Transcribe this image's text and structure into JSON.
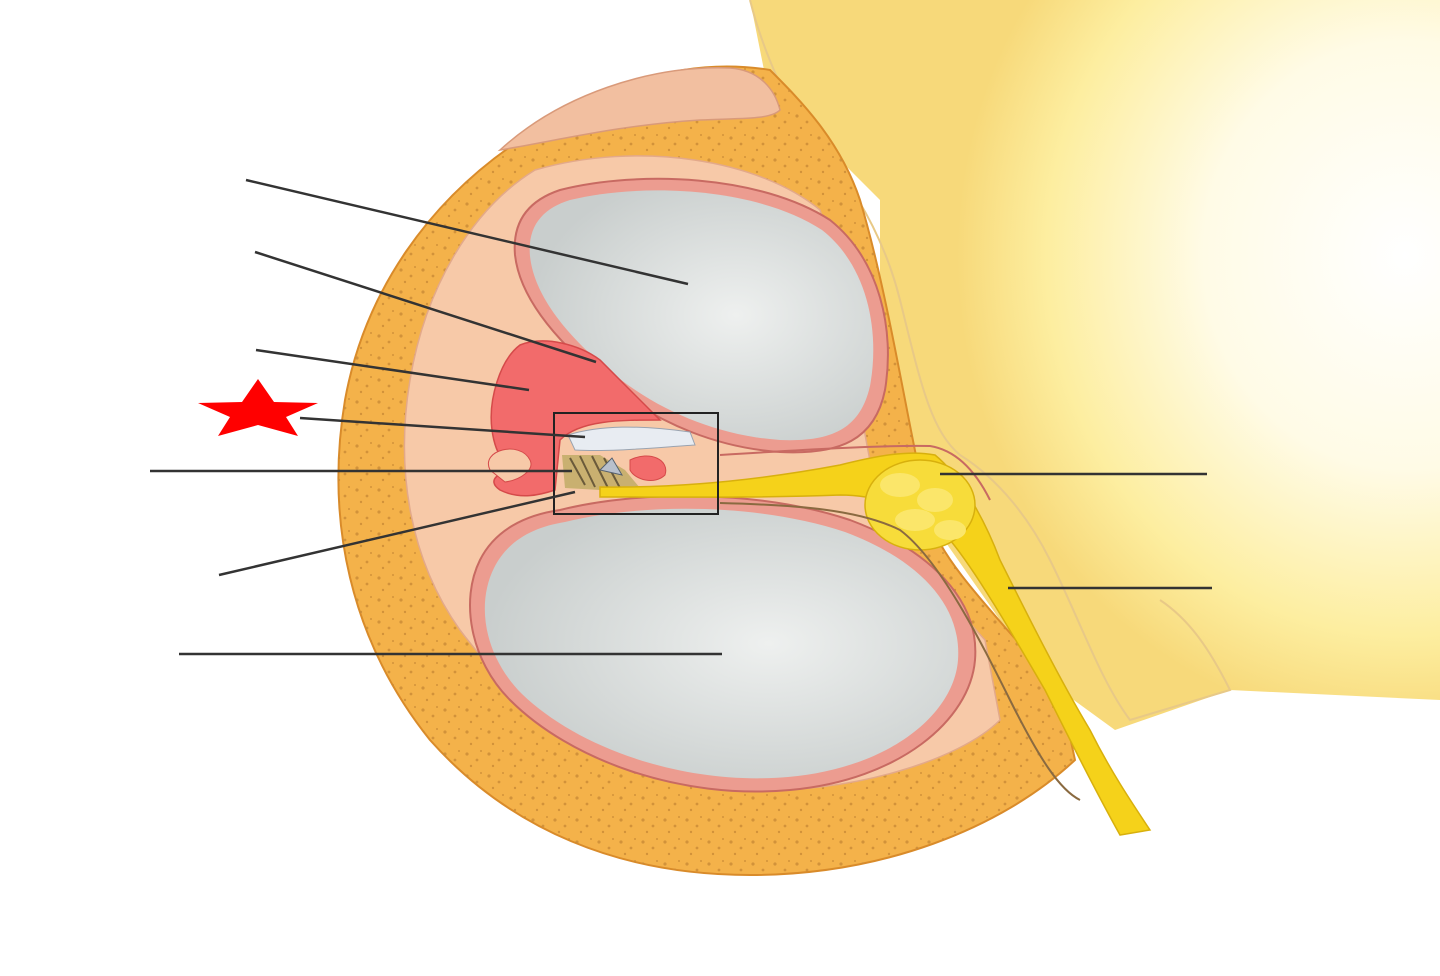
{
  "diagram": {
    "subject": "cochlea-cross-section",
    "labels": [
      {
        "id": "label-line-1",
        "text": ""
      },
      {
        "id": "label-line-2",
        "text": ""
      },
      {
        "id": "label-line-3",
        "text": ""
      },
      {
        "id": "label-line-4-starred",
        "text": ""
      },
      {
        "id": "label-line-5",
        "text": ""
      },
      {
        "id": "label-line-6",
        "text": ""
      },
      {
        "id": "label-line-7",
        "text": ""
      },
      {
        "id": "label-line-right-1",
        "text": ""
      },
      {
        "id": "label-line-right-2",
        "text": ""
      }
    ],
    "marker": {
      "icon": "star-icon",
      "color": "#ff0000"
    },
    "colors": {
      "bone": "#f4b24a",
      "bone_dark": "#d98b2a",
      "tissue": "#f7c9a8",
      "membrane": "#e58a80",
      "duct": "#f26b6b",
      "chamber": "#d8dcdc",
      "nerve": "#f5d21a",
      "background_glow": "#fff6c4"
    }
  }
}
